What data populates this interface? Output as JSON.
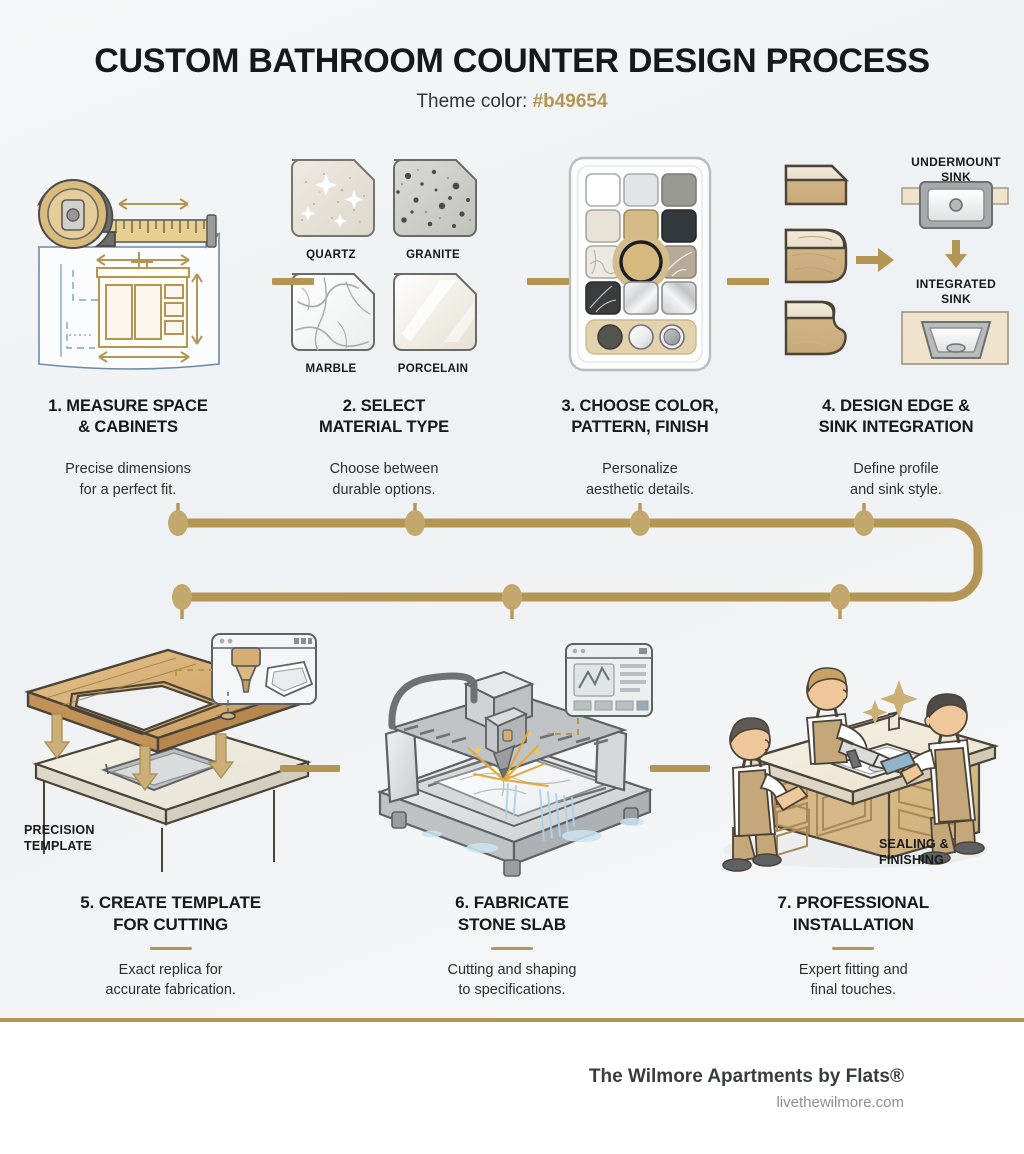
{
  "header": {
    "title": "CUSTOM BATHROOM COUNTER DESIGN PROCESS",
    "subtitle_prefix": "Theme color: ",
    "theme_color": "#b49654"
  },
  "theme": {
    "accent": "#b49654",
    "accent_light": "#d9c49a",
    "background": "#f2f4f6",
    "text_dark": "#16181a",
    "footer_bg": "#ffffff"
  },
  "steps": [
    {
      "number": "1",
      "title": "1. MEASURE SPACE\n& CABINETS",
      "desc": "Precise dimensions\nfor a perfect fit.",
      "art": "tape-measure-blueprint-vanity"
    },
    {
      "number": "2",
      "title": "2. SELECT\nMATERIAL TYPE",
      "desc": "Choose between\ndurable options.",
      "art": "material-swatches",
      "swatches": [
        {
          "label": "QUARTZ",
          "color": "#e6e2da"
        },
        {
          "label": "GRANITE",
          "color": "#cfcfcb"
        },
        {
          "label": "MARBLE",
          "color": "#f4f4f4"
        },
        {
          "label": "PORCELAIN",
          "color": "#f2efe8"
        }
      ]
    },
    {
      "number": "3",
      "title": "3. CHOOSE COLOR,\nPATTERN, FINISH",
      "desc": "Personalize\naesthetic details.",
      "art": "color-palette-board",
      "palette": [
        "#ffffff",
        "#e2e4e5",
        "#9a9a95",
        "#e8e3d6",
        "#d7bb86",
        "#33383c",
        "#ece9e2",
        "#d6b97f",
        "#b6aa99",
        "#3a3c3e",
        "#dcdcda",
        "#c9cbcc"
      ],
      "selected_index": 7,
      "finishes": [
        {
          "name": "matte",
          "color": "#55554f"
        },
        {
          "name": "polished",
          "color": "#fbfbfb"
        },
        {
          "name": "honed",
          "color": "#9c9e9f"
        }
      ]
    },
    {
      "number": "4",
      "title": "4. DESIGN EDGE &\nSINK INTEGRATION",
      "desc": "Define profile\nand sink style.",
      "art": "edge-profiles-and-sinks",
      "sink_labels": [
        "UNDERMOUNT\nSINK",
        "INTEGRATED\nSINK"
      ],
      "edge_profiles": [
        "beveled",
        "bullnose",
        "ogee"
      ]
    },
    {
      "number": "5",
      "title": "5. CREATE TEMPLATE\nFOR CUTTING",
      "desc": "Exact replica for\naccurate fabrication.",
      "art": "template-over-counter",
      "inline_label": "PRECISION\nTEMPLATE"
    },
    {
      "number": "6",
      "title": "6. FABRICATE\nSTONE SLAB",
      "desc": "Cutting and shaping\nto specifications.",
      "art": "cnc-waterjet-machine"
    },
    {
      "number": "7",
      "title": "7. PROFESSIONAL\nINSTALLATION",
      "desc": "Expert fitting and\nfinal touches.",
      "art": "installers-with-vanity",
      "inline_label": "SEALING &\nFINISHING"
    }
  ],
  "footer": {
    "brand": "The Wilmore Apartments by Flats®",
    "website": "livethewilmore.com"
  }
}
